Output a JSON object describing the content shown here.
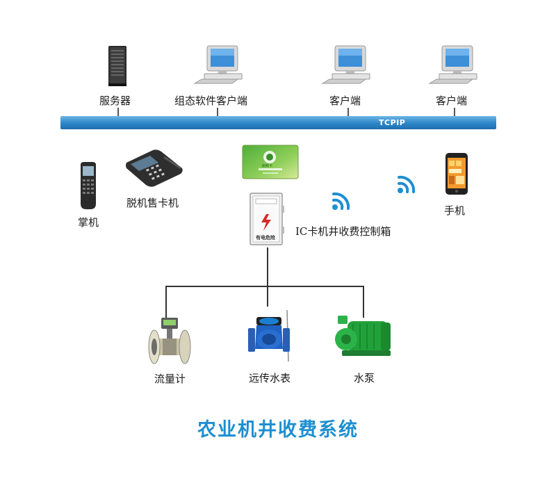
{
  "network": {
    "bus_label": "TCPIP",
    "nodes": [
      {
        "label": "服务器"
      },
      {
        "label": "组态软件客户端"
      },
      {
        "label": "客户端"
      },
      {
        "label": "客户端"
      }
    ]
  },
  "devices": {
    "handheld": "掌机",
    "pos": "脱机售卡机",
    "phone": "手机",
    "controller": "IC卡机井收费控制箱",
    "controller_panel_text": "有电危险",
    "card_text": "射频卡"
  },
  "field": [
    {
      "label": "流量计"
    },
    {
      "label": "远传水表"
    },
    {
      "label": "水泵"
    }
  ],
  "title": "农业机井收费系统",
  "colors": {
    "bus": "#2b86c8",
    "title": "#1e8fd0",
    "wifi": "#1e8fd0"
  }
}
